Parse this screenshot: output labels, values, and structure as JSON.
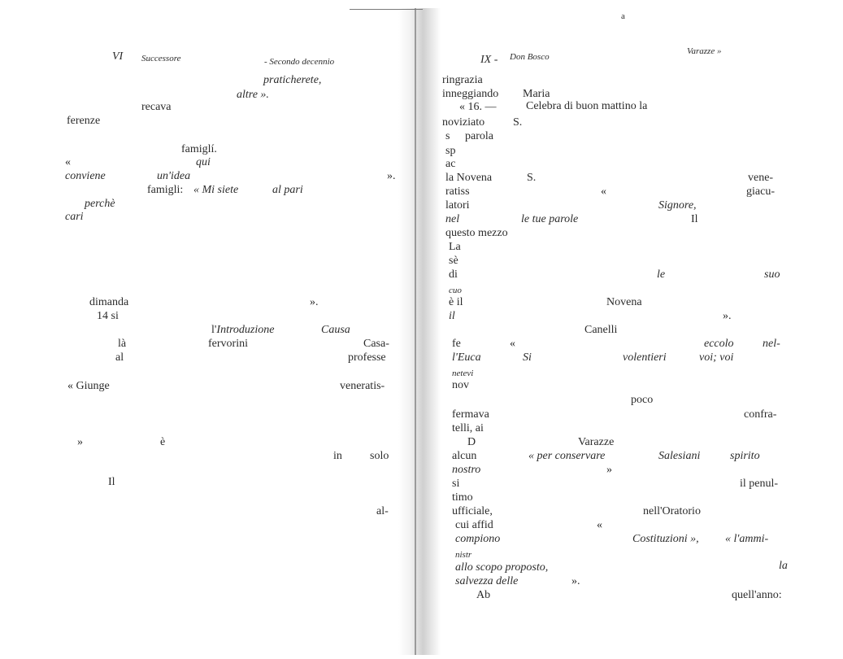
{
  "left_page": {
    "header_number": "VI",
    "header_word": "Successore",
    "header_title": "- Secondo decennio",
    "words": {
      "praticherete": "praticherete,",
      "altre": "altre ».",
      "recava": "recava",
      "ferenze": "ferenze",
      "famigli1": "famiglí.",
      "quote_open": "«",
      "qui": "qui",
      "conviene": "conviene",
      "unidea": "un'idea",
      "close1": "».",
      "famigli2": "famigli:",
      "mi_siete": "« Mi siete",
      "al_pari": "al pari",
      "perche": "perchè",
      "cari": "cari",
      "dimanda": "dimanda",
      "close2": "».",
      "si14": "14 si",
      "introduzione_prefix": "l'",
      "introduzione": "Introduzione",
      "causa": "Causa",
      "la": "là",
      "fervorini": "fervorini",
      "casa": "Casa-",
      "al": "al",
      "professe": "professe",
      "giunge": "« Giunge",
      "veneratis": "veneratis-",
      "close3": "»",
      "e": "è",
      "in": "in",
      "solo": "solo",
      "il": "Il",
      "al_end": "al-"
    }
  },
  "right_page": {
    "top_mark": "a",
    "header_number": "IX -",
    "header_title": "Don Bosco",
    "header_right": "Varazze »",
    "words": {
      "ringrazia": "ringrazia",
      "inneggiando": "inneggiando",
      "maria": "Maria",
      "date16": "« 16. —",
      "celebra": "Celebra di buon mattino la",
      "noviziato": "noviziato",
      "s1": "S.",
      "s2": "s",
      "parola": "parola",
      "sp": "sp",
      "ac": "ac",
      "la_novena": "la Novena",
      "s3": "S.",
      "vene": "vene-",
      "ratiss": "ratiss",
      "quote_open": "«",
      "giacu": "giacu-",
      "latori": "latori",
      "signore": "Signore,",
      "nel": "nel",
      "le_tue_parole": "le tue parole",
      "il1": "Il",
      "questo_mezzo": "questo mezzo",
      "la2": "La",
      "se": "sè",
      "di": "di",
      "le": "le",
      "suo": "suo",
      "cuo": "cuo",
      "e_il": "è il",
      "novena": "Novena",
      "il2": "il",
      "close1": "».",
      "canelli": "Canelli",
      "fe": "fe",
      "quote2": "«",
      "eccolo": "eccolo",
      "nel2": "nel-",
      "leuca": "l'Euca",
      "si": "Si",
      "volentieri": "volentieri",
      "voi": "voi; voi",
      "netevi": "netevi",
      "nov": "nov",
      "poco": "poco",
      "fermava": "fermava",
      "confra": "confra-",
      "telli": "telli, ai",
      "d": "D",
      "varazze": "Varazze",
      "alcun": "alcun",
      "per_conservare": "« per conservare",
      "salesiani": "Salesiani",
      "spirito": "spirito",
      "nostro": "nostro",
      "close2": "»",
      "si_frag": "si",
      "il_penul": "il penul-",
      "timo": "timo",
      "ufficiale": "ufficiale,",
      "nell_oratorio": "nell'Oratorio",
      "cui_affid": "cui affid",
      "quote3": "«",
      "compiono": "compiono",
      "costituzioni": "Costituzioni »,",
      "lammi": "« l'ammi-",
      "nistr": "nistr",
      "la3": "la",
      "allo_scopo": "allo scopo proposto,",
      "salvezza": "salvezza delle",
      "close3": "».",
      "ab": "Ab",
      "quellanno": "quell'anno:"
    }
  }
}
